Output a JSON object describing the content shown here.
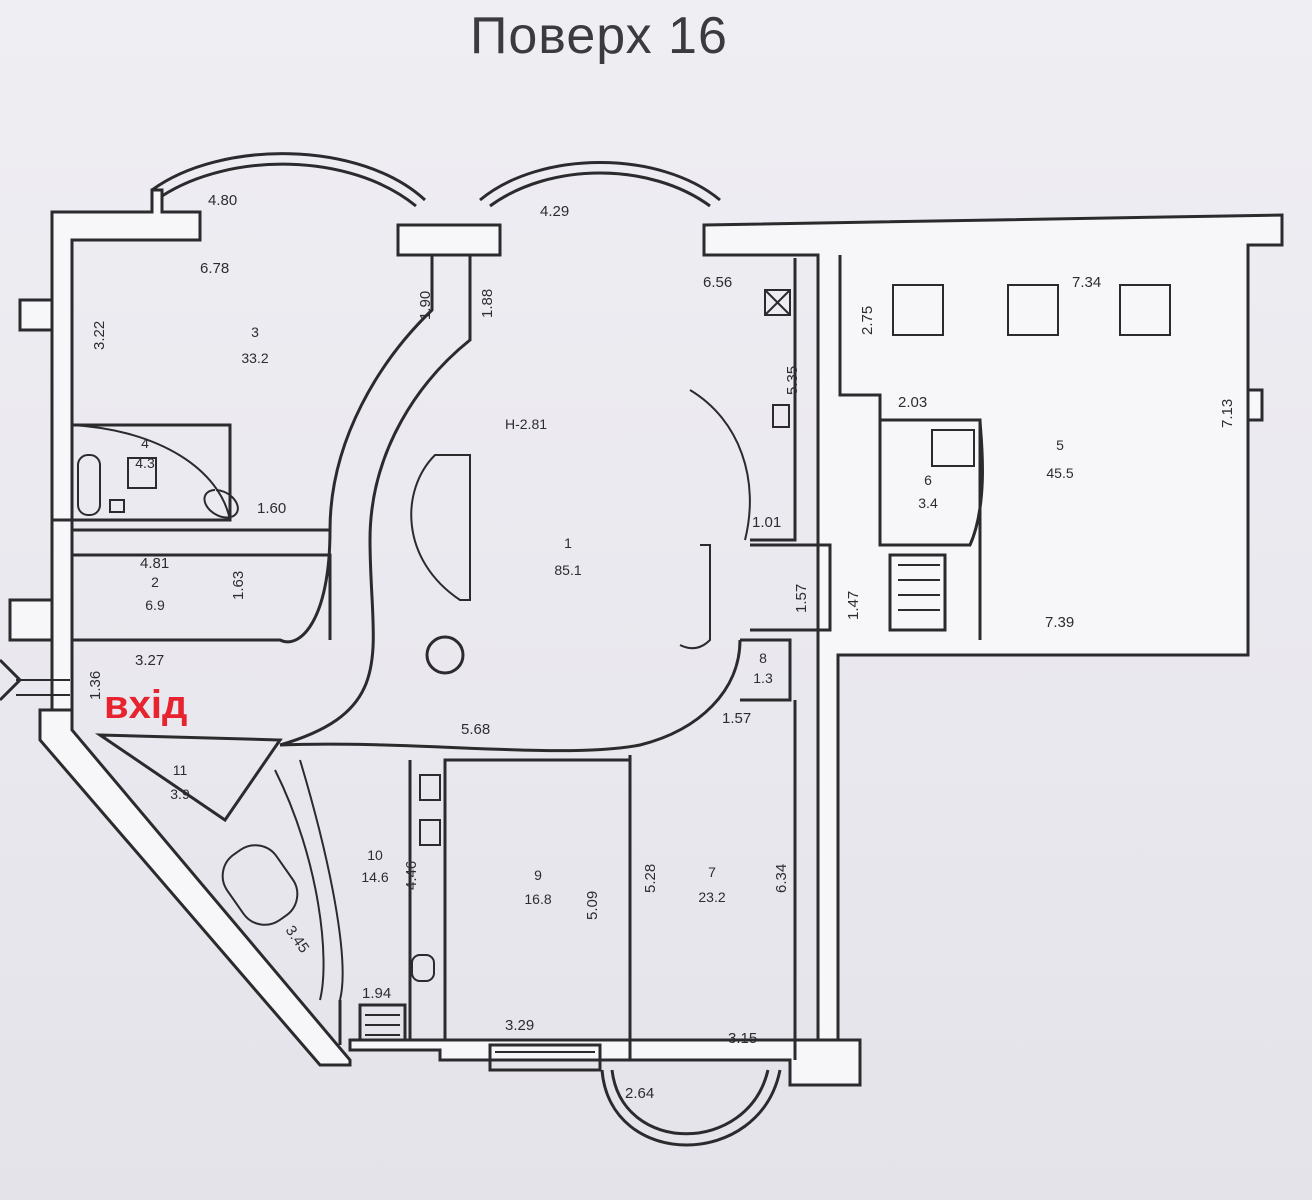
{
  "title": "Поверх 16",
  "entrance_label": "вхід",
  "ceiling_height": "H-2.81",
  "rooms": [
    {
      "number": "1",
      "area": "85.1"
    },
    {
      "number": "2",
      "area": "6.9"
    },
    {
      "number": "3",
      "area": "33.2"
    },
    {
      "number": "4",
      "area": "4.3"
    },
    {
      "number": "5",
      "area": "45.5"
    },
    {
      "number": "6",
      "area": "3.4"
    },
    {
      "number": "7",
      "area": "23.2"
    },
    {
      "number": "8",
      "area": "1.3"
    },
    {
      "number": "9",
      "area": "16.8"
    },
    {
      "number": "10",
      "area": "14.6"
    },
    {
      "number": "11",
      "area": "3.9"
    }
  ],
  "dimensions": {
    "d480": "4.80",
    "d678": "6.78",
    "d322": "3.22",
    "d190": "1.90",
    "d429": "4.29",
    "d188": "1.88",
    "d656": "6.56",
    "d535": "5.35",
    "d275": "2.75",
    "d734": "7.34",
    "d203": "2.03",
    "d713": "7.13",
    "d160": "1.60",
    "d101": "1.01",
    "d481": "4.81",
    "d163": "1.63",
    "d157a": "1.57",
    "d147": "1.47",
    "d739": "7.39",
    "d327": "3.27",
    "d136": "1.36",
    "d157b": "1.57",
    "d568": "5.68",
    "d446": "4.46",
    "d509": "5.09",
    "d528": "5.28",
    "d634": "6.34",
    "d345": "3.45",
    "d194": "1.94",
    "d329": "3.29",
    "d315": "3.15",
    "d264": "2.64"
  },
  "colors": {
    "accent": "#e6232e",
    "ink": "#2b2b2e",
    "paper": "#eeedf2"
  }
}
